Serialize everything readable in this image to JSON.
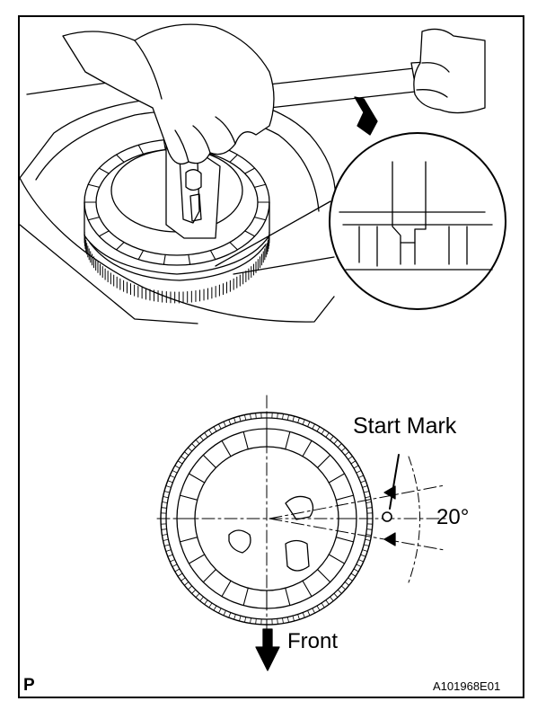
{
  "labels": {
    "start_mark": "Start Mark",
    "angle": "20°",
    "front": "Front",
    "section_mark": "P",
    "figure_code": "A101968E01"
  },
  "colors": {
    "line": "#000000",
    "background": "#ffffff"
  },
  "icons": {
    "front_arrow": "down-arrow-icon",
    "start_mark_point": "circle-marker-icon"
  }
}
